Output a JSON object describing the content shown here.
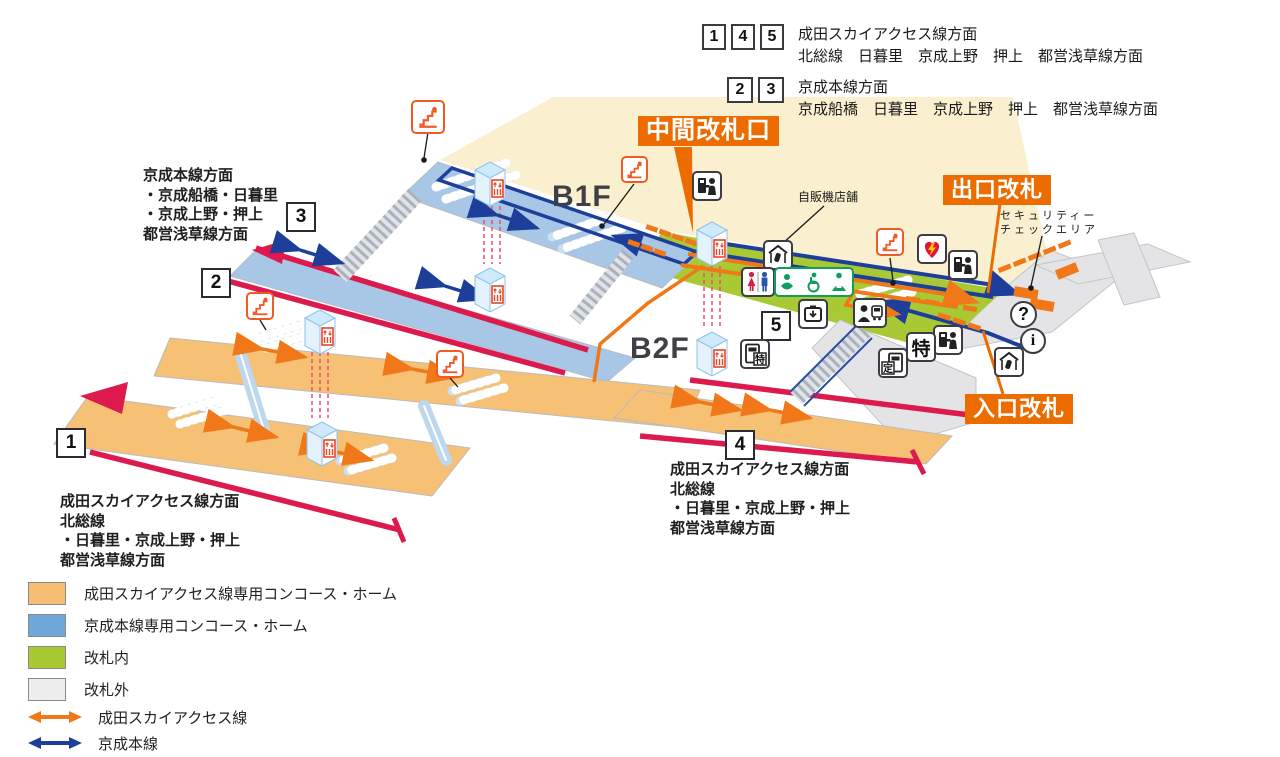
{
  "labels": {
    "b1f": "B1F",
    "b2f": "B2F",
    "middle_gate": "中間改札口",
    "exit_gate": "出口改札",
    "entrance_gate": "入口改札",
    "vending": "自販機店舗",
    "security1": "セキュリティー",
    "security2": "チェックエリア"
  },
  "header": {
    "sky": {
      "badges": [
        "1",
        "4",
        "5"
      ],
      "line1": "成田スカイアクセス線方面",
      "line2": "北総線　日暮里　京成上野　押上　都営浅草線方面"
    },
    "main": {
      "badges": [
        "2",
        "3"
      ],
      "line1": "京成本線方面",
      "line2": "京成船橋　日暮里　京成上野　押上　都営浅草線方面"
    }
  },
  "notes": {
    "keisei_left": [
      "京成本線方面",
      "・京成船橋・日暮里",
      "・京成上野・押上",
      "都営浅草線方面"
    ],
    "sky_bottom_left": [
      "成田スカイアクセス線方面",
      "北総線",
      "・日暮里・京成上野・押上",
      "都営浅草線方面"
    ],
    "sky_platform4": [
      "成田スカイアクセス線方面",
      "北総線",
      "・日暮里・京成上野・押上",
      "都営浅草線方面"
    ]
  },
  "platform_labels": [
    "1",
    "2",
    "3",
    "4",
    "5"
  ],
  "icon_texts": {
    "tokkyu": "特",
    "teiki": "定",
    "question": "?",
    "info": "i"
  },
  "legend": {
    "items": [
      {
        "type": "box",
        "color": "#f6bd73",
        "label": "成田スカイアクセス線専用コンコース・ホーム"
      },
      {
        "type": "box",
        "color": "#6fa7d8",
        "label": "京成本線専用コンコース・ホーム"
      },
      {
        "type": "box",
        "color": "#a8c934",
        "label": "改札内"
      },
      {
        "type": "box",
        "color": "#ededed",
        "label": "改札外"
      },
      {
        "type": "arrow",
        "color": "#f07818",
        "label": "成田スカイアクセス線"
      },
      {
        "type": "arrow",
        "color": "#1d3f99",
        "label": "京成本線"
      }
    ]
  },
  "colors": {
    "sky_line": "#f07818",
    "keisei_line": "#1d3f99",
    "track": "#dc1a4e",
    "gate_label_bg": "#ed6c00",
    "floor_sky": "#f6c075",
    "floor_keisei": "#a8c6e5",
    "floor_paid": "#a8c934",
    "floor_unpaid": "#e4e4e6",
    "backdrop": "#faf0d0"
  }
}
